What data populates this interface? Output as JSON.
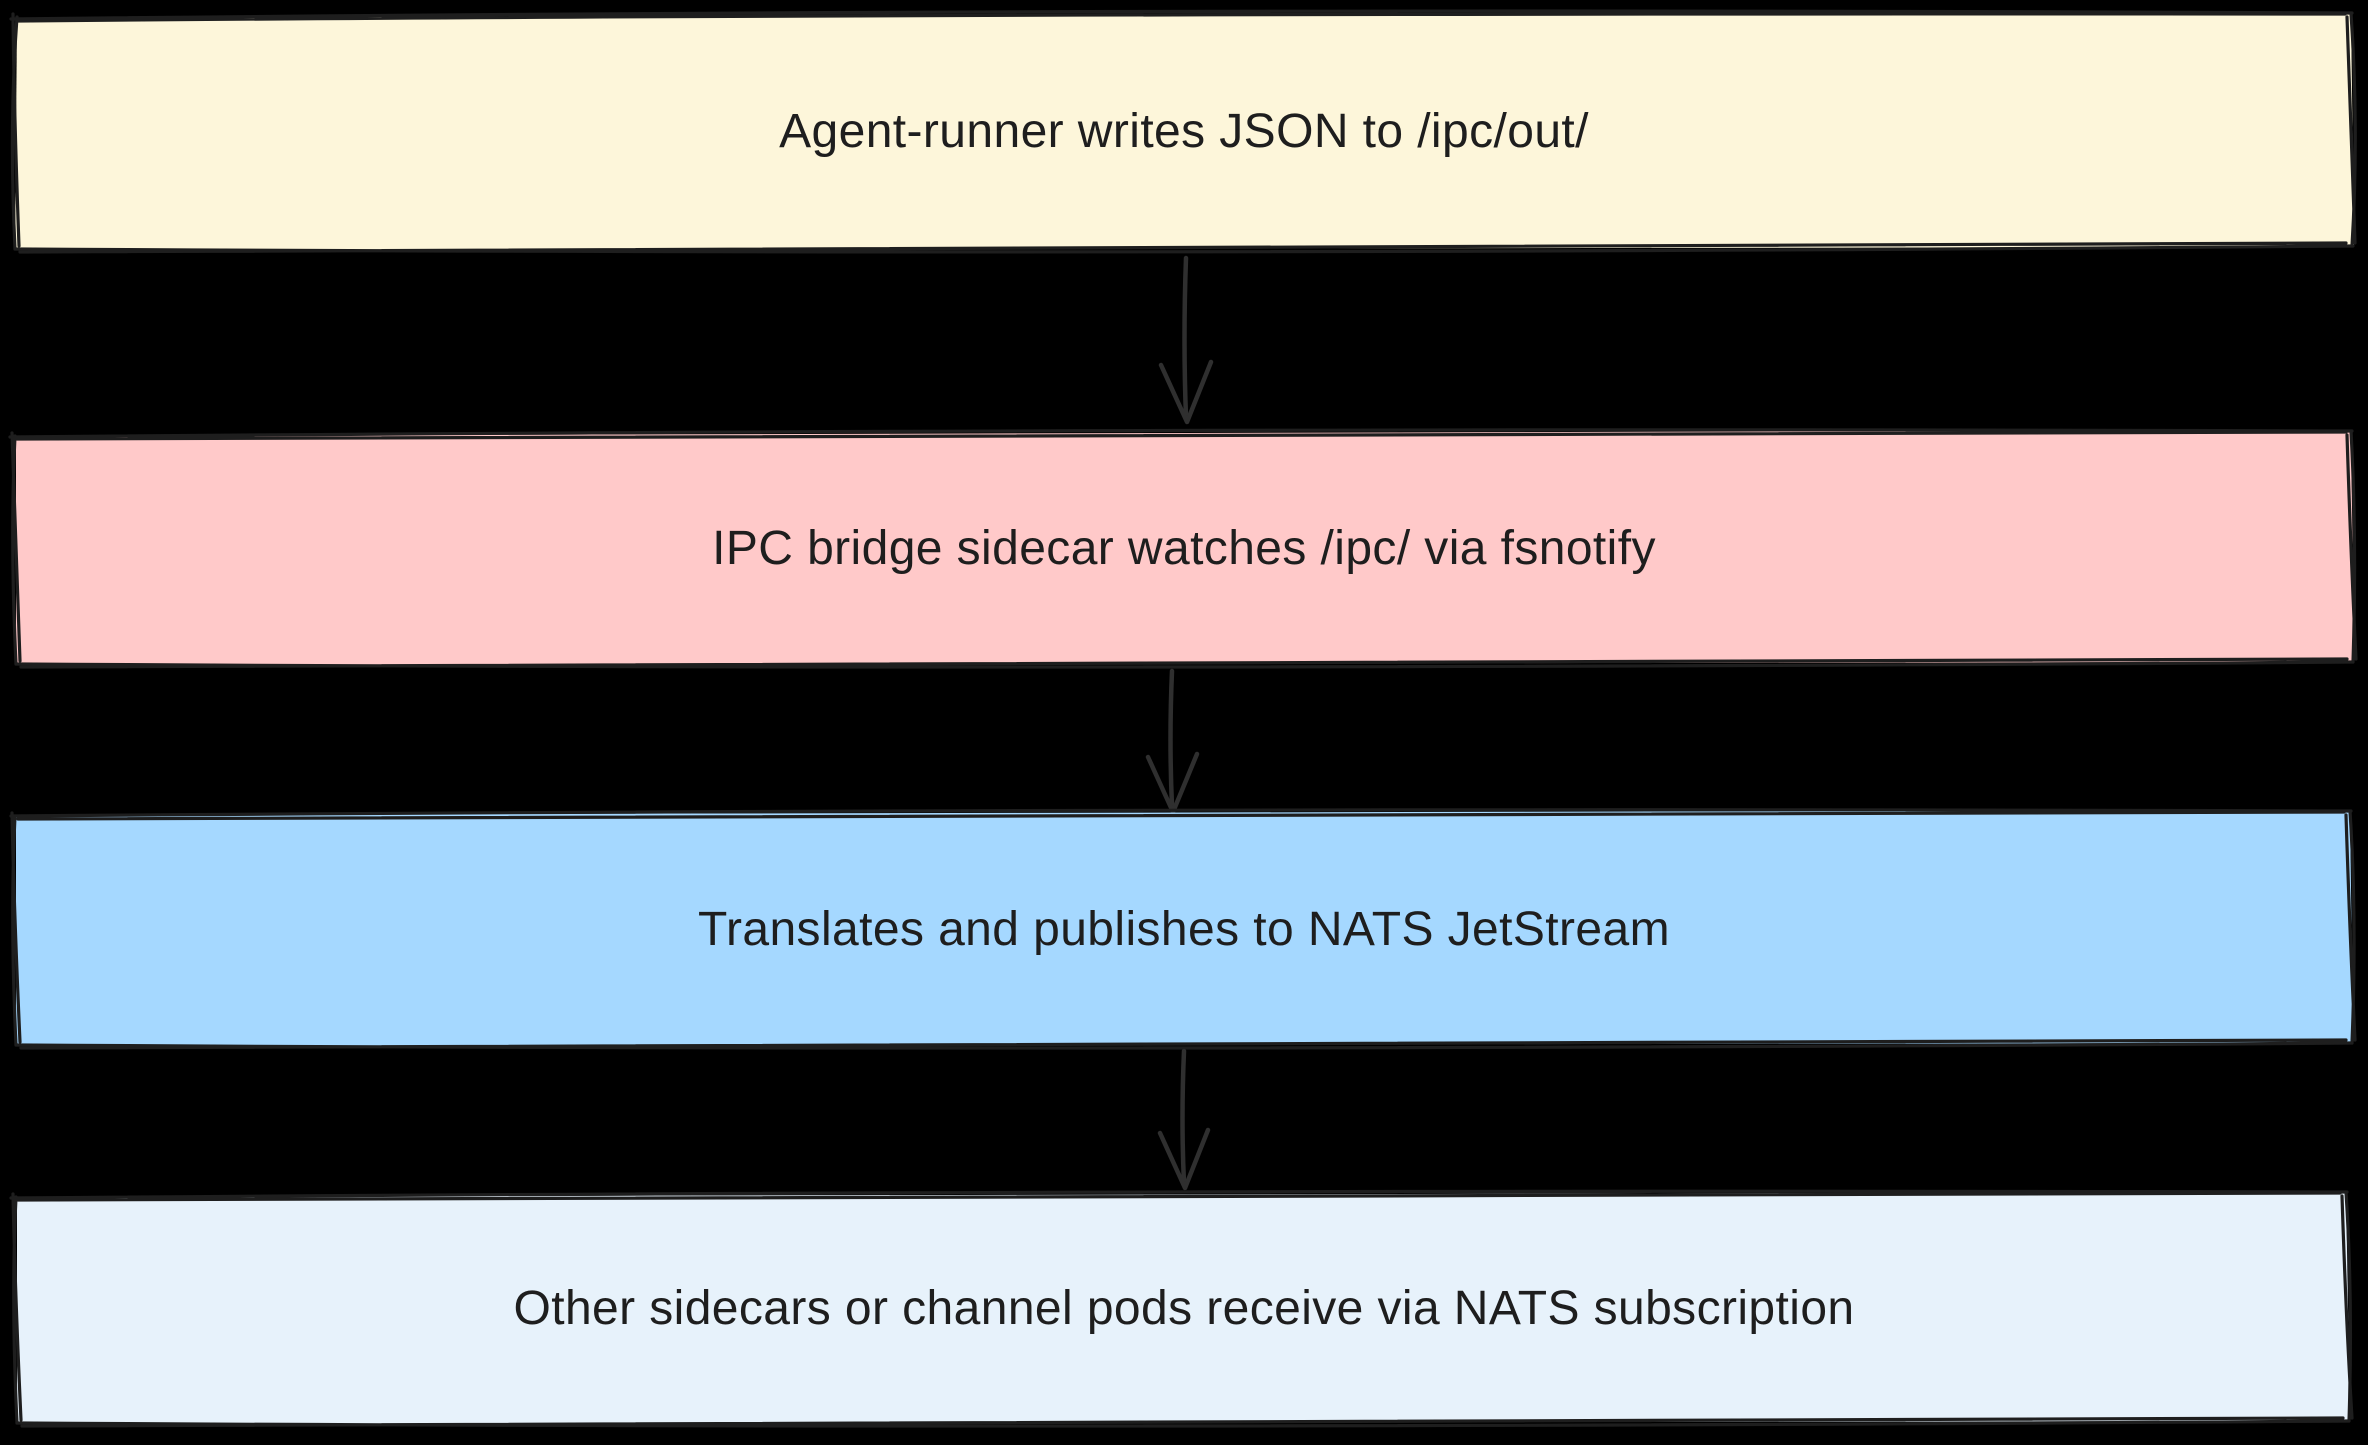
{
  "diagram": {
    "type": "flowchart",
    "direction": "top-down",
    "background": "#000000",
    "stroke_color": "#1e1e1e",
    "arrow_color": "#2f2f2f",
    "text_color": "#1e1e1e",
    "nodes": [
      {
        "id": "agent-runner-writes",
        "label": "Agent-runner writes JSON to /ipc/out/",
        "fill": "#FDF6DA"
      },
      {
        "id": "ipc-bridge-watches",
        "label": "IPC bridge sidecar watches /ipc/ via fsnotify",
        "fill": "#FFC9C9"
      },
      {
        "id": "translates-publishes",
        "label": "Translates and publishes to NATS JetStream",
        "fill": "#A5D8FF"
      },
      {
        "id": "sidecars-receive",
        "label": "Other sidecars or channel pods receive via NATS subscription",
        "fill": "#E7F2FB"
      }
    ],
    "edges": [
      {
        "from": "agent-runner-writes",
        "to": "ipc-bridge-watches"
      },
      {
        "from": "ipc-bridge-watches",
        "to": "translates-publishes"
      },
      {
        "from": "translates-publishes",
        "to": "sidecars-receive"
      }
    ]
  }
}
